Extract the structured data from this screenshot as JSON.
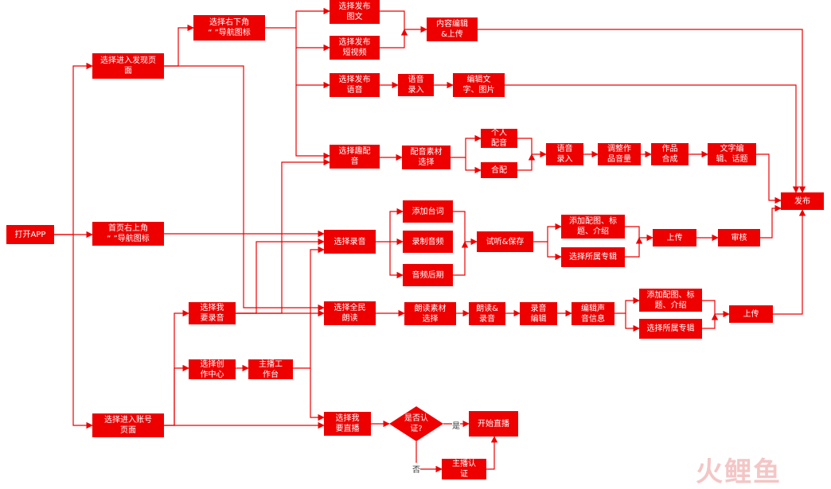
{
  "nodes": {
    "open_app": "打开APP",
    "enter_discover": "选择进入发现页\n面",
    "home_top_right": "首页右上角\n“  ”导航图标",
    "enter_account": "选择进入账号\n页面",
    "select_bottom_right": "选择右下角\n“  ”导航图标",
    "publish_image_text": "选择发布\n图文",
    "publish_short_video": "选择发布\n短视频",
    "content_edit_upload": "内容编辑\n&上传",
    "publish_voice": "选择发布\n语音",
    "voice_record_1": "语音\n录入",
    "edit_text_image": "编辑文\n字、图片",
    "select_dubbing": "选择趣配\n音",
    "dubbing_material": "配音素材\n选择",
    "solo_dubbing": "个人\n配音",
    "duet_dubbing": "合配",
    "voice_record_2": "语音\n录入",
    "adjust_volume": "调整作\n品音量",
    "work_synthesis": "作品\n合成",
    "text_topic": "文字编\n辑、话题",
    "publish": "发布",
    "select_record": "选择录音",
    "add_lines": "添加台词",
    "record_audio": "录制音频",
    "audio_post": "音频后期",
    "preview_save": "试听&保存",
    "add_cover_1": "添加配图、标\n题、介绍",
    "select_album_1": "选择所属专辑",
    "upload_1": "上传",
    "review": "审核",
    "want_record": "选择我\n要录音",
    "select_reading": "选择全民\n朗读",
    "reading_material": "朗读素材\n选择",
    "read_record": "朗读&\n录音",
    "record_edit": "录音\n编辑",
    "edit_audio_info": "编辑声\n音信息",
    "add_cover_2": "添加配图、标\n题、介绍",
    "select_album_2": "选择所属专辑",
    "upload_2": "上传",
    "creation_center": "选择创\n作中心",
    "anchor_workbench": "主播工\n作台",
    "want_live": "选择我\n要直播",
    "is_certified": "是否认\n证?",
    "start_live": "开始直播",
    "anchor_cert": "主播认\n证"
  },
  "edge_labels": {
    "yes": "是",
    "no": "否"
  },
  "watermark": "火鲤鱼",
  "colors": {
    "node": "#ee0000",
    "edge": "#ee0000",
    "text": "#ffffff"
  }
}
